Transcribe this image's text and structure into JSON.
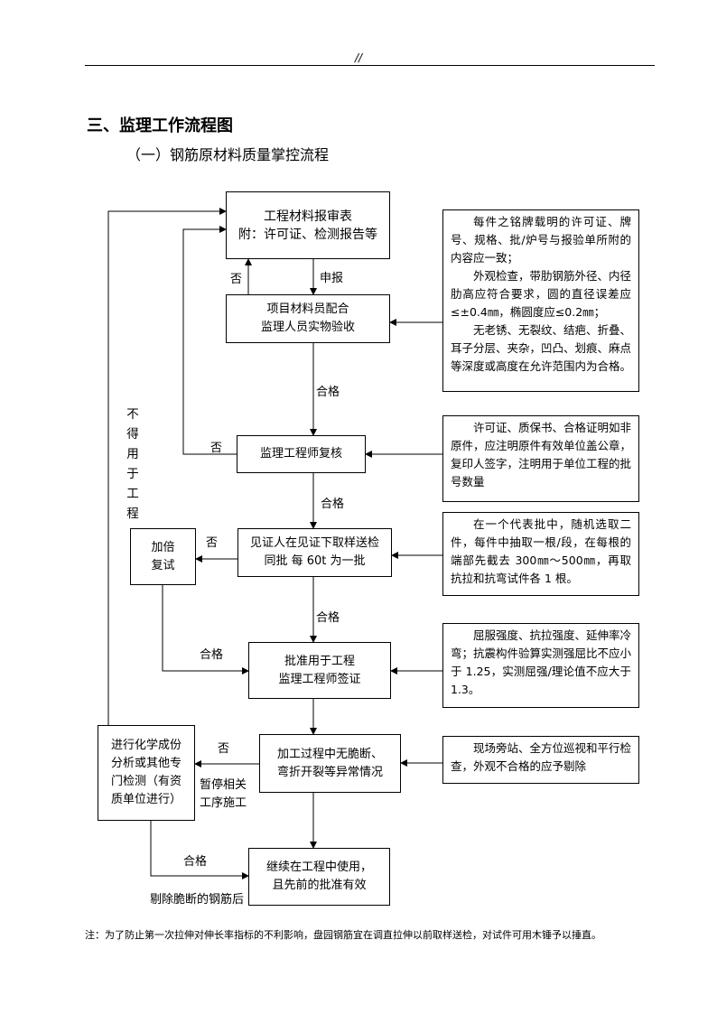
{
  "header": {
    "mark": "//"
  },
  "section_title": "三、监理工作流程图",
  "subsection_title": "（一）钢筋原材料质量掌控流程",
  "boxes": {
    "material_report": [
      "工程材料报审表",
      "附：许可证、检测报告等"
    ],
    "inspection": [
      "项目材料员配合",
      "监理人员实物验收"
    ],
    "engineer_review": "监理工程师复核",
    "sampling": [
      "见证人在见证下取样送检",
      "同批 每 60t 为一批"
    ],
    "double_retest": [
      "加倍",
      "复试"
    ],
    "approval": [
      "批准用于工程",
      "监理工程师签证"
    ],
    "chemical_test": [
      "进行化学成份",
      "分析或其他专",
      "门检测（有资",
      "质单位进行）"
    ],
    "processing": [
      "加工过程中无脆断、",
      "弯折开裂等异常情况"
    ],
    "continue_use": [
      "继续在工程中使用，",
      "且先前的批准有效"
    ]
  },
  "notes": {
    "inspection_criteria": [
      "每件之铭牌载明的许可证、牌号、规格、批/炉号与报验单所附的内容应一致；",
      "外观检查，带肋钢筋外径、内径肋高应符合要求，圆的直径误差应≤±0.4㎜，椭圆度应≤0.2㎜；",
      "无老锈、无裂纹、结疤、折叠、耳子分层、夹杂，凹凸、划痕、麻点等深度或高度在允许范围内为合格。"
    ],
    "review_criteria": "许可证、质保书、合格证明如非原件，应注明原件有效单位盖公章，复印人签字，注明用于单位工程的批号数量",
    "sampling_criteria": "在一个代表批中，随机选取二件，每件中抽取一根/段，在每根的端部先截去 300㎜～500㎜，再取抗拉和抗弯试件各 1 根。",
    "approval_criteria": "屈服强度、抗拉强度、延伸率冷弯；抗震构件验算实测强屈比不应小于 1.25，实测屈强/理论值不应大于 1.3。",
    "processing_criteria": "现场旁站、全方位巡视和平行检查，外观不合格的应予剔除"
  },
  "labels": {
    "no": "否",
    "declare": "申报",
    "pass": "合格",
    "not_for_use": "不得用于工程",
    "suspend": [
      "暂停相关",
      "工序施工"
    ],
    "after_removal": "剔除脆断的钢筋后"
  },
  "footnote": "注：为了防止第一次拉伸对伸长率指标的不利影响，盘园钢筋宜在调直拉伸以前取样送检，对试件可用木锤予以捶直。"
}
